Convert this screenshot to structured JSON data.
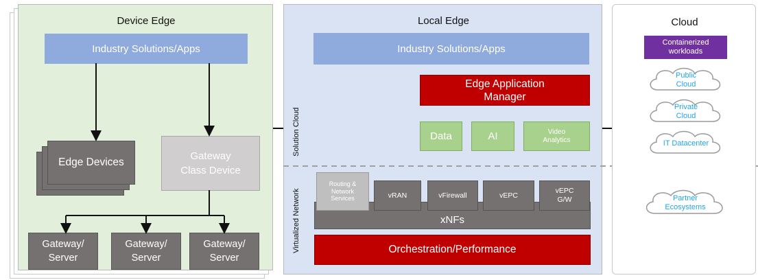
{
  "device_edge": {
    "title": "Device Edge",
    "apps_bar": "Industry Solutions/Apps",
    "edge_devices": "Edge Devices",
    "gateway_device": "Gateway Class Device",
    "servers": [
      "Gateway/ Server",
      "Gateway/ Server",
      "Gateway/ Server"
    ]
  },
  "local_edge": {
    "title": "Local Edge",
    "apps_bar": "Industry Solutions/Apps",
    "solution_cloud_label": "Solution Cloud",
    "virtualized_network_label": "Virtualized Network",
    "app_manager": "Edge Application Manager",
    "services": [
      "Data",
      "AI",
      "Video Analytics"
    ],
    "nfs": [
      "Routing & Network Services",
      "vRAN",
      "vFirewall",
      "vEPC",
      "vEPC G/W"
    ],
    "xnfs": "xNFs",
    "orchestration": "Orchestration/Performance"
  },
  "cloud": {
    "title": "Cloud",
    "containerized": "Containerized workloads",
    "clouds": [
      "Public Cloud",
      "Private Cloud",
      "IT Datacenter"
    ],
    "partner": "Partner Ecosystems"
  },
  "colors": {
    "device_edge_bg": "#e2efda",
    "local_edge_bg": "#dae3f3",
    "apps_blue": "#8faadc",
    "red": "#c00000",
    "green": "#a9d18e",
    "gray": "#767171",
    "purple": "#7030a0",
    "cloud_text": "#20a4e8"
  }
}
